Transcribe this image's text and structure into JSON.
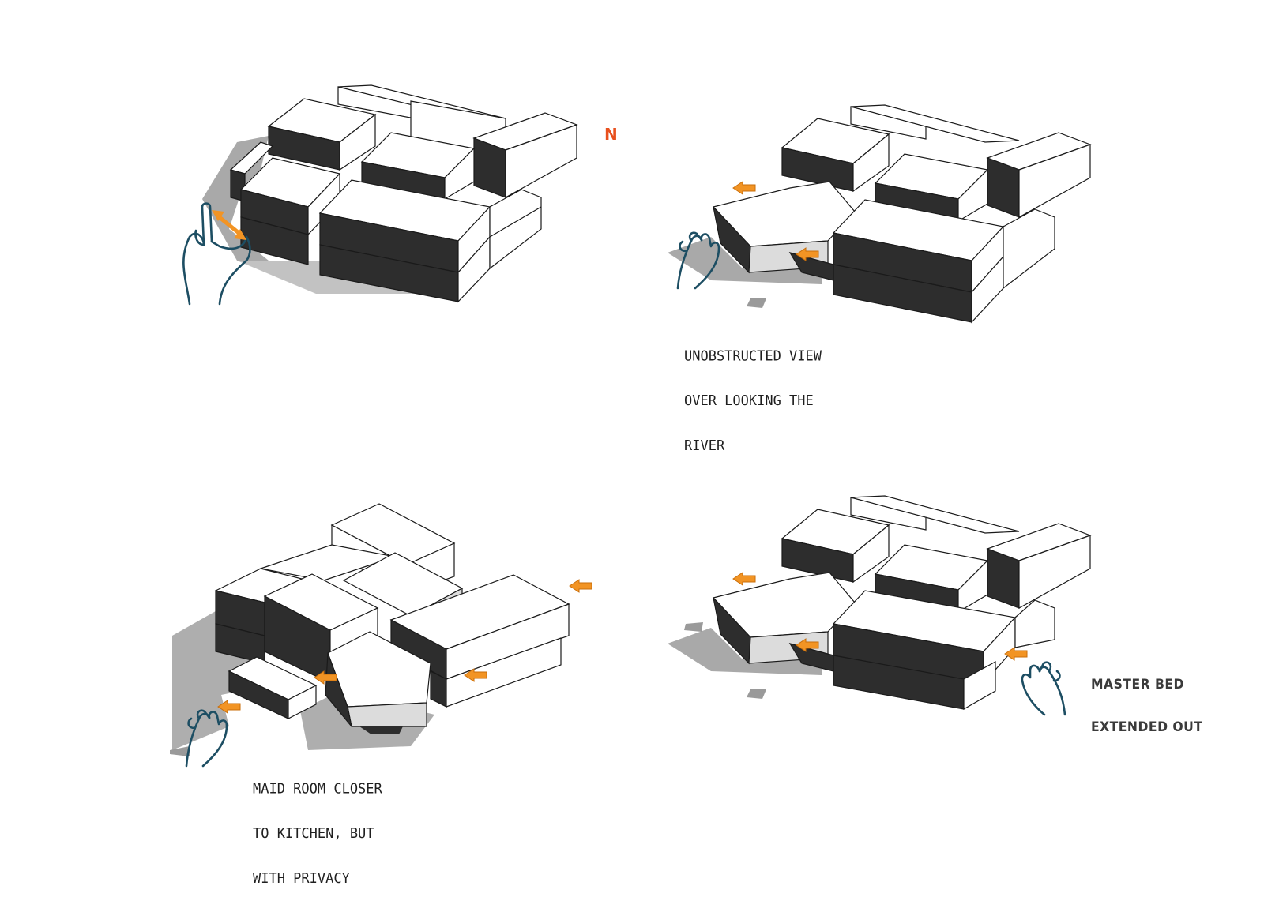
{
  "north_label": "N",
  "captions": {
    "top_right": [
      "UNOBSTRUCTED VIEW",
      "OVER LOOKING THE",
      "RIVER"
    ],
    "bottom_left": [
      "MAID ROOM CLOSER",
      "TO KITCHEN, BUT",
      "WITH PRIVACY"
    ],
    "bottom_right": [
      "MASTER BED",
      "EXTENDED OUT"
    ]
  },
  "colors": {
    "block_face": "#ffffff",
    "block_dark": "#2d2d2d",
    "block_light_gray": "#d9d9d9",
    "outline": "#1a1a1a",
    "shadow": "#9a9a9a",
    "arrow": "#f29424",
    "hand": "#1d4e63",
    "north": "#e8501e"
  },
  "icons": {
    "hand": "hand-gesture-icon",
    "arrow": "orange-move-arrow-icon",
    "double_arrow": "orange-resize-arrow-icon"
  }
}
